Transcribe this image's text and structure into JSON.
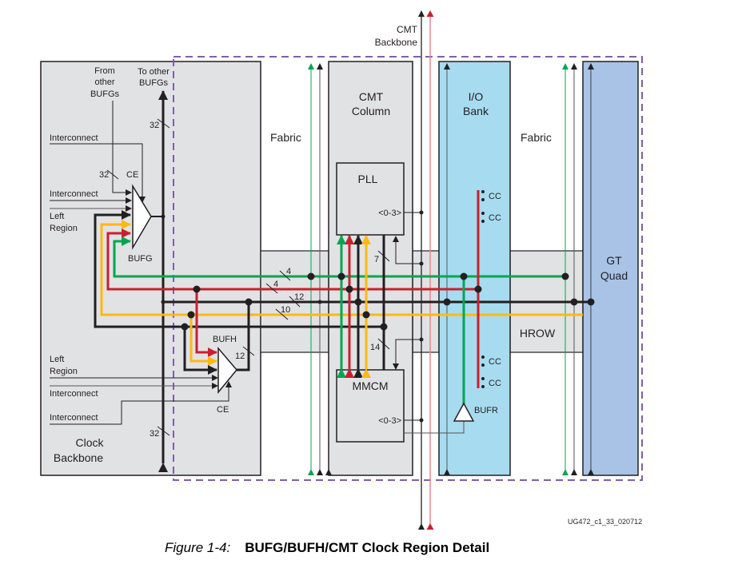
{
  "figure": {
    "number": "Figure 1-4:",
    "title": "BUFG/BUFH/CMT Clock Region Detail",
    "id_code": "UG472_c1_33_020712"
  },
  "colors": {
    "green": "#00a650",
    "red": "#c8202f",
    "yellow": "#fdb913",
    "black": "#231f20",
    "gray_fill": "#e1e2e4",
    "io_bank_fill": "#a7dbf0",
    "gt_quad_fill": "#a8c3e6",
    "region_border": "#7f5fa8",
    "pink": "#e8888e"
  },
  "labels": {
    "cmt_backbone": [
      "CMT",
      "Backbone"
    ],
    "from_other_bufgs": [
      "From",
      "other",
      "BUFGs"
    ],
    "to_other_bufgs": [
      "To other",
      "BUFGs"
    ],
    "interconnect": "Interconnect",
    "left_region": [
      "Left",
      "Region"
    ],
    "ce": "CE",
    "bufg": "BUFG",
    "bufh": "BUFH",
    "clock_backbone": [
      "Clock",
      "Backbone"
    ],
    "fabric": "Fabric",
    "cmt_column": [
      "CMT",
      "Column"
    ],
    "pll": "PLL",
    "mmcm": "MMCM",
    "range": "<0-3>",
    "io_bank": [
      "I/O",
      "Bank"
    ],
    "cc": "CC",
    "bufr": "BUFR",
    "hrow": "HROW",
    "gt_quad": [
      "GT",
      "Quad"
    ]
  },
  "bus_widths": {
    "backbone_up": "32",
    "from_bufgs": "32",
    "backbone_down": "32",
    "bufh_out": "12",
    "green": "4",
    "red": "4",
    "black": "12",
    "yellow": "10",
    "pll_feedback": "7",
    "mmcm_feedback": "14"
  }
}
